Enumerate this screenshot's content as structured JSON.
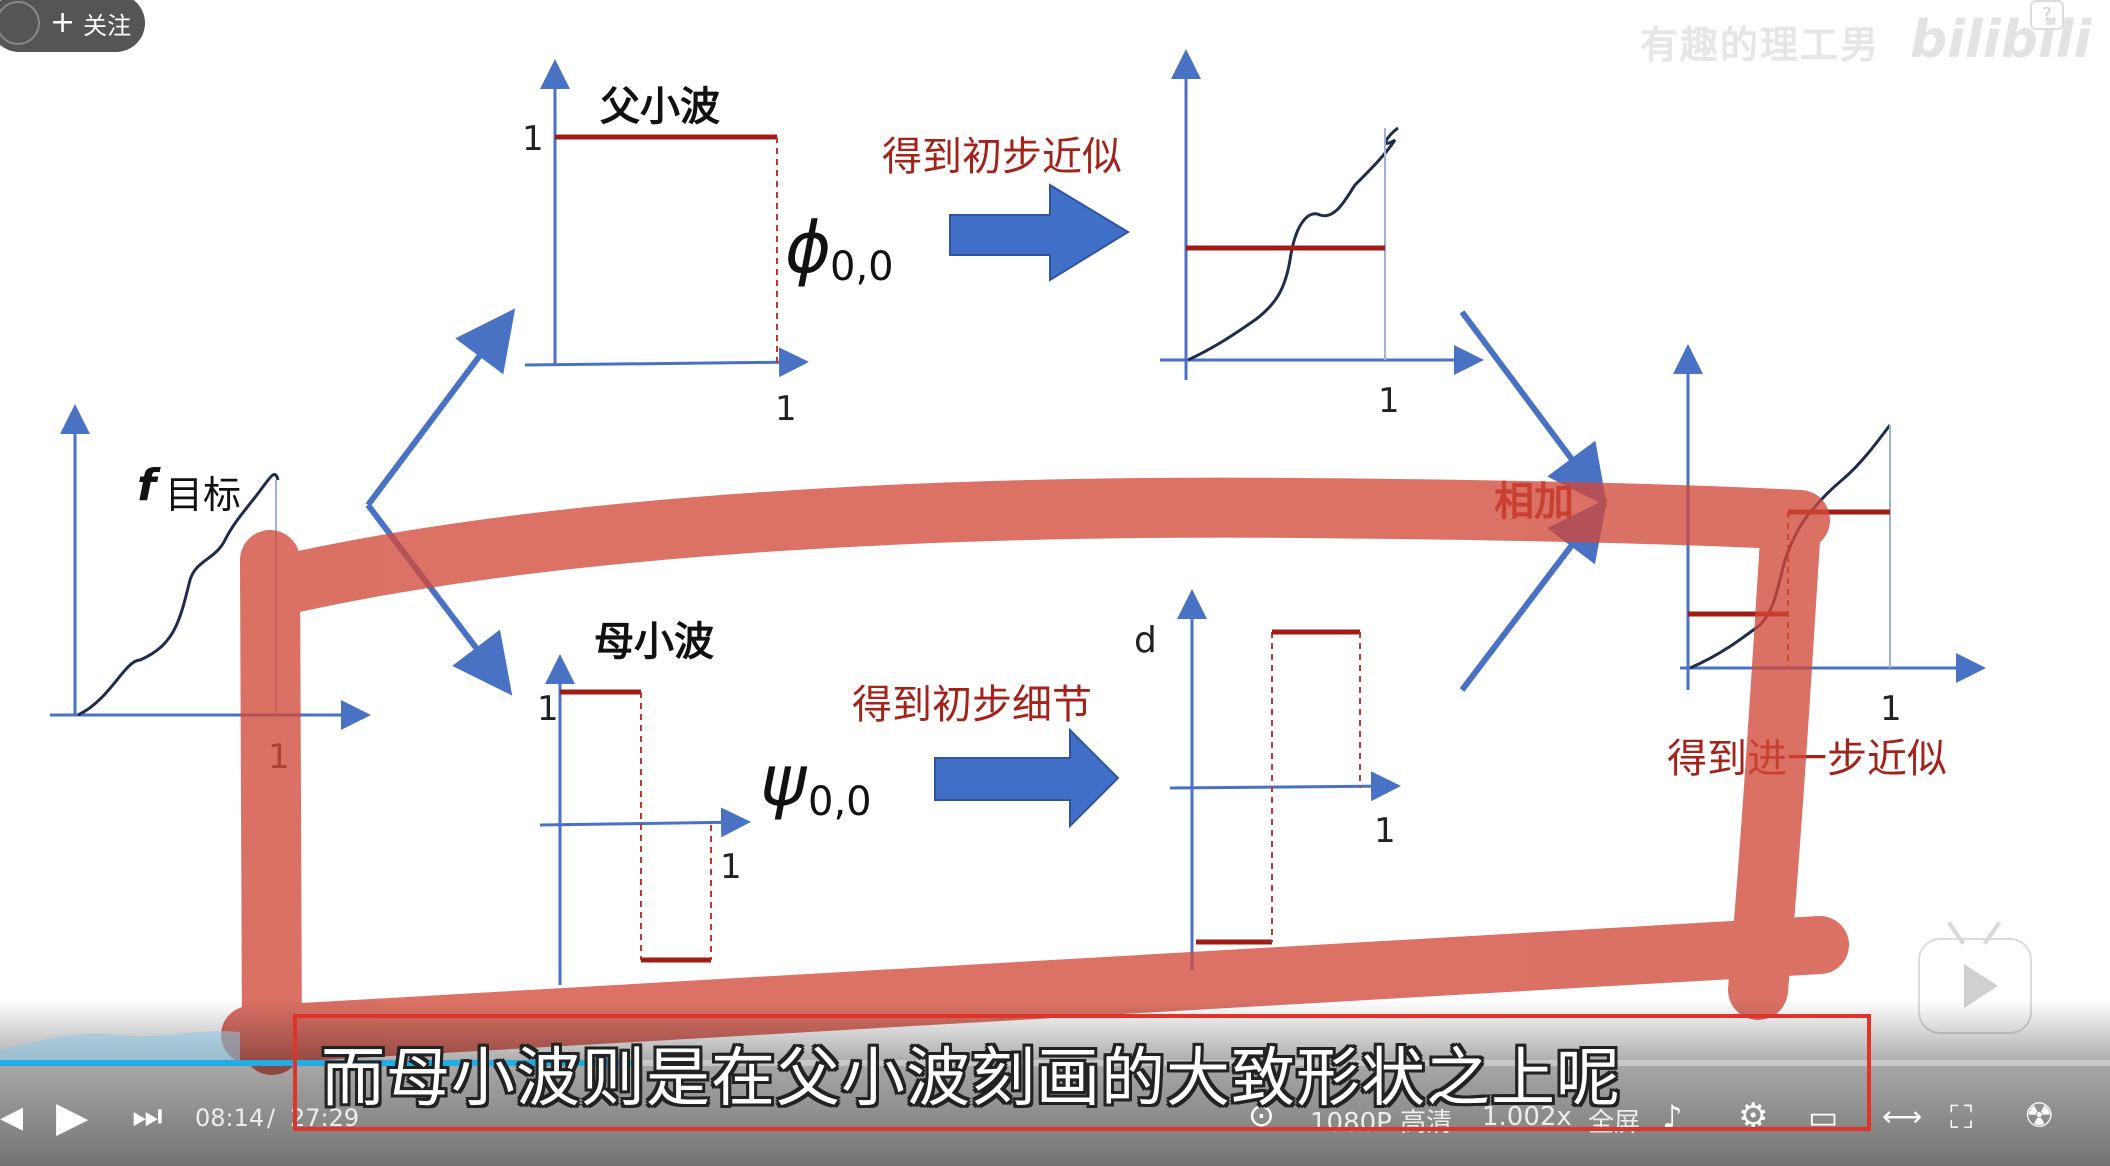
{
  "uploader": {
    "follow_label": "关注"
  },
  "watermark": {
    "channel": "有趣的理工男",
    "logo": "bilibili",
    "help": "?"
  },
  "diagram": {
    "target_label": "目标",
    "target_symbol": "f",
    "father_title": "父小波",
    "father_symbol": "ϕ",
    "father_sub": "0,0",
    "mother_title": "母小波",
    "mother_symbol": "ψ",
    "mother_sub": "0,0",
    "approx_label": "得到初步近似",
    "detail_label": "得到初步细节",
    "add_label": "相加",
    "further_label": "得到进一步近似",
    "detail_axis_label": "d",
    "tick_one": "1"
  },
  "subtitle": {
    "text": "而母小波则是在父小波刻画的大致形状之上呢"
  },
  "player": {
    "current_time": "08:14",
    "separator": "/",
    "total_time": "27:29",
    "progress": 0.3,
    "quality": "1080P 高清",
    "speed": "1.002x",
    "fullscreen_label": "全屏"
  }
}
